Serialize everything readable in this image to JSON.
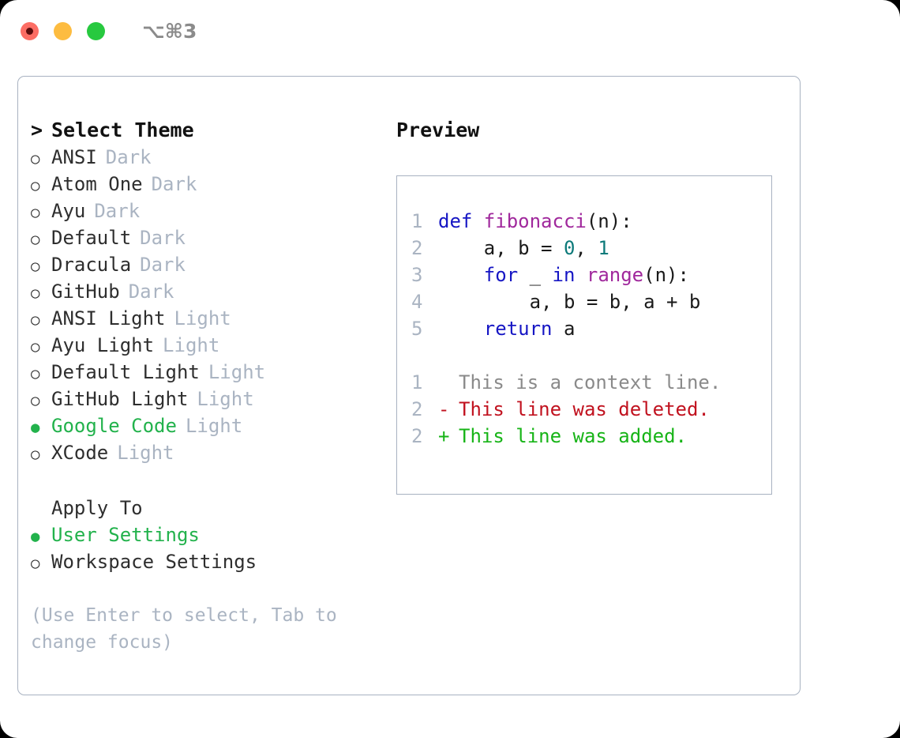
{
  "titlebar": {
    "shortcut": "⌥⌘3",
    "buttons": {
      "close": "close-button",
      "minimize": "minimize-button",
      "maximize": "maximize-button"
    }
  },
  "theme_list": {
    "prompt": ">",
    "header": "Select Theme",
    "marker_selected": "●",
    "marker_unselected": "○",
    "items": [
      {
        "label": "ANSI",
        "badge": "Dark",
        "selected": false
      },
      {
        "label": "Atom One",
        "badge": "Dark",
        "selected": false
      },
      {
        "label": "Ayu",
        "badge": "Dark",
        "selected": false
      },
      {
        "label": "Default",
        "badge": "Dark",
        "selected": false
      },
      {
        "label": "Dracula",
        "badge": "Dark",
        "selected": false
      },
      {
        "label": "GitHub",
        "badge": "Dark",
        "selected": false
      },
      {
        "label": "ANSI Light",
        "badge": "Light",
        "selected": false
      },
      {
        "label": "Ayu Light",
        "badge": "Light",
        "selected": false
      },
      {
        "label": "Default Light",
        "badge": "Light",
        "selected": false
      },
      {
        "label": "GitHub Light",
        "badge": "Light",
        "selected": false
      },
      {
        "label": "Google Code",
        "badge": "Light",
        "selected": true
      },
      {
        "label": "XCode",
        "badge": "Light",
        "selected": false
      }
    ]
  },
  "apply_to": {
    "title": "Apply To",
    "items": [
      {
        "label": "User Settings",
        "selected": true
      },
      {
        "label": "Workspace Settings",
        "selected": false
      }
    ]
  },
  "hint": "(Use Enter to select, Tab to change focus)",
  "preview": {
    "title": "Preview",
    "code_lines": [
      {
        "num": "1",
        "tokens": [
          {
            "t": "def ",
            "c": "kw"
          },
          {
            "t": "fibonacci",
            "c": "fn"
          },
          {
            "t": "(n):",
            "c": "plain"
          }
        ]
      },
      {
        "num": "2",
        "tokens": [
          {
            "t": "    a, b = ",
            "c": "plain"
          },
          {
            "t": "0",
            "c": "num"
          },
          {
            "t": ", ",
            "c": "plain"
          },
          {
            "t": "1",
            "c": "num"
          }
        ]
      },
      {
        "num": "3",
        "tokens": [
          {
            "t": "    ",
            "c": "plain"
          },
          {
            "t": "for",
            "c": "kw"
          },
          {
            "t": " _ ",
            "c": "plain"
          },
          {
            "t": "in",
            "c": "kw"
          },
          {
            "t": " ",
            "c": "plain"
          },
          {
            "t": "range",
            "c": "fn"
          },
          {
            "t": "(n):",
            "c": "plain"
          }
        ]
      },
      {
        "num": "4",
        "tokens": [
          {
            "t": "        a, b = b, a + b",
            "c": "plain"
          }
        ]
      },
      {
        "num": "5",
        "tokens": [
          {
            "t": "    ",
            "c": "plain"
          },
          {
            "t": "return",
            "c": "kw"
          },
          {
            "t": " a",
            "c": "plain"
          }
        ]
      }
    ],
    "diff_lines": [
      {
        "num": "1",
        "sign": " ",
        "text": "This is a context line.",
        "kind": "ctx"
      },
      {
        "num": "2",
        "sign": "-",
        "text": "This line was deleted.",
        "kind": "del"
      },
      {
        "num": "2",
        "sign": "+",
        "text": "This line was added.",
        "kind": "add"
      }
    ]
  },
  "colors": {
    "accent_green": "#22b24c",
    "border": "#a8b2c1",
    "muted": "#aab4c2",
    "keyword": "#1616c4",
    "function": "#a0289c",
    "number": "#0d7a7a",
    "diff_delete": "#c1121f",
    "diff_add": "#17b417",
    "diff_context": "#8a8a8a"
  }
}
